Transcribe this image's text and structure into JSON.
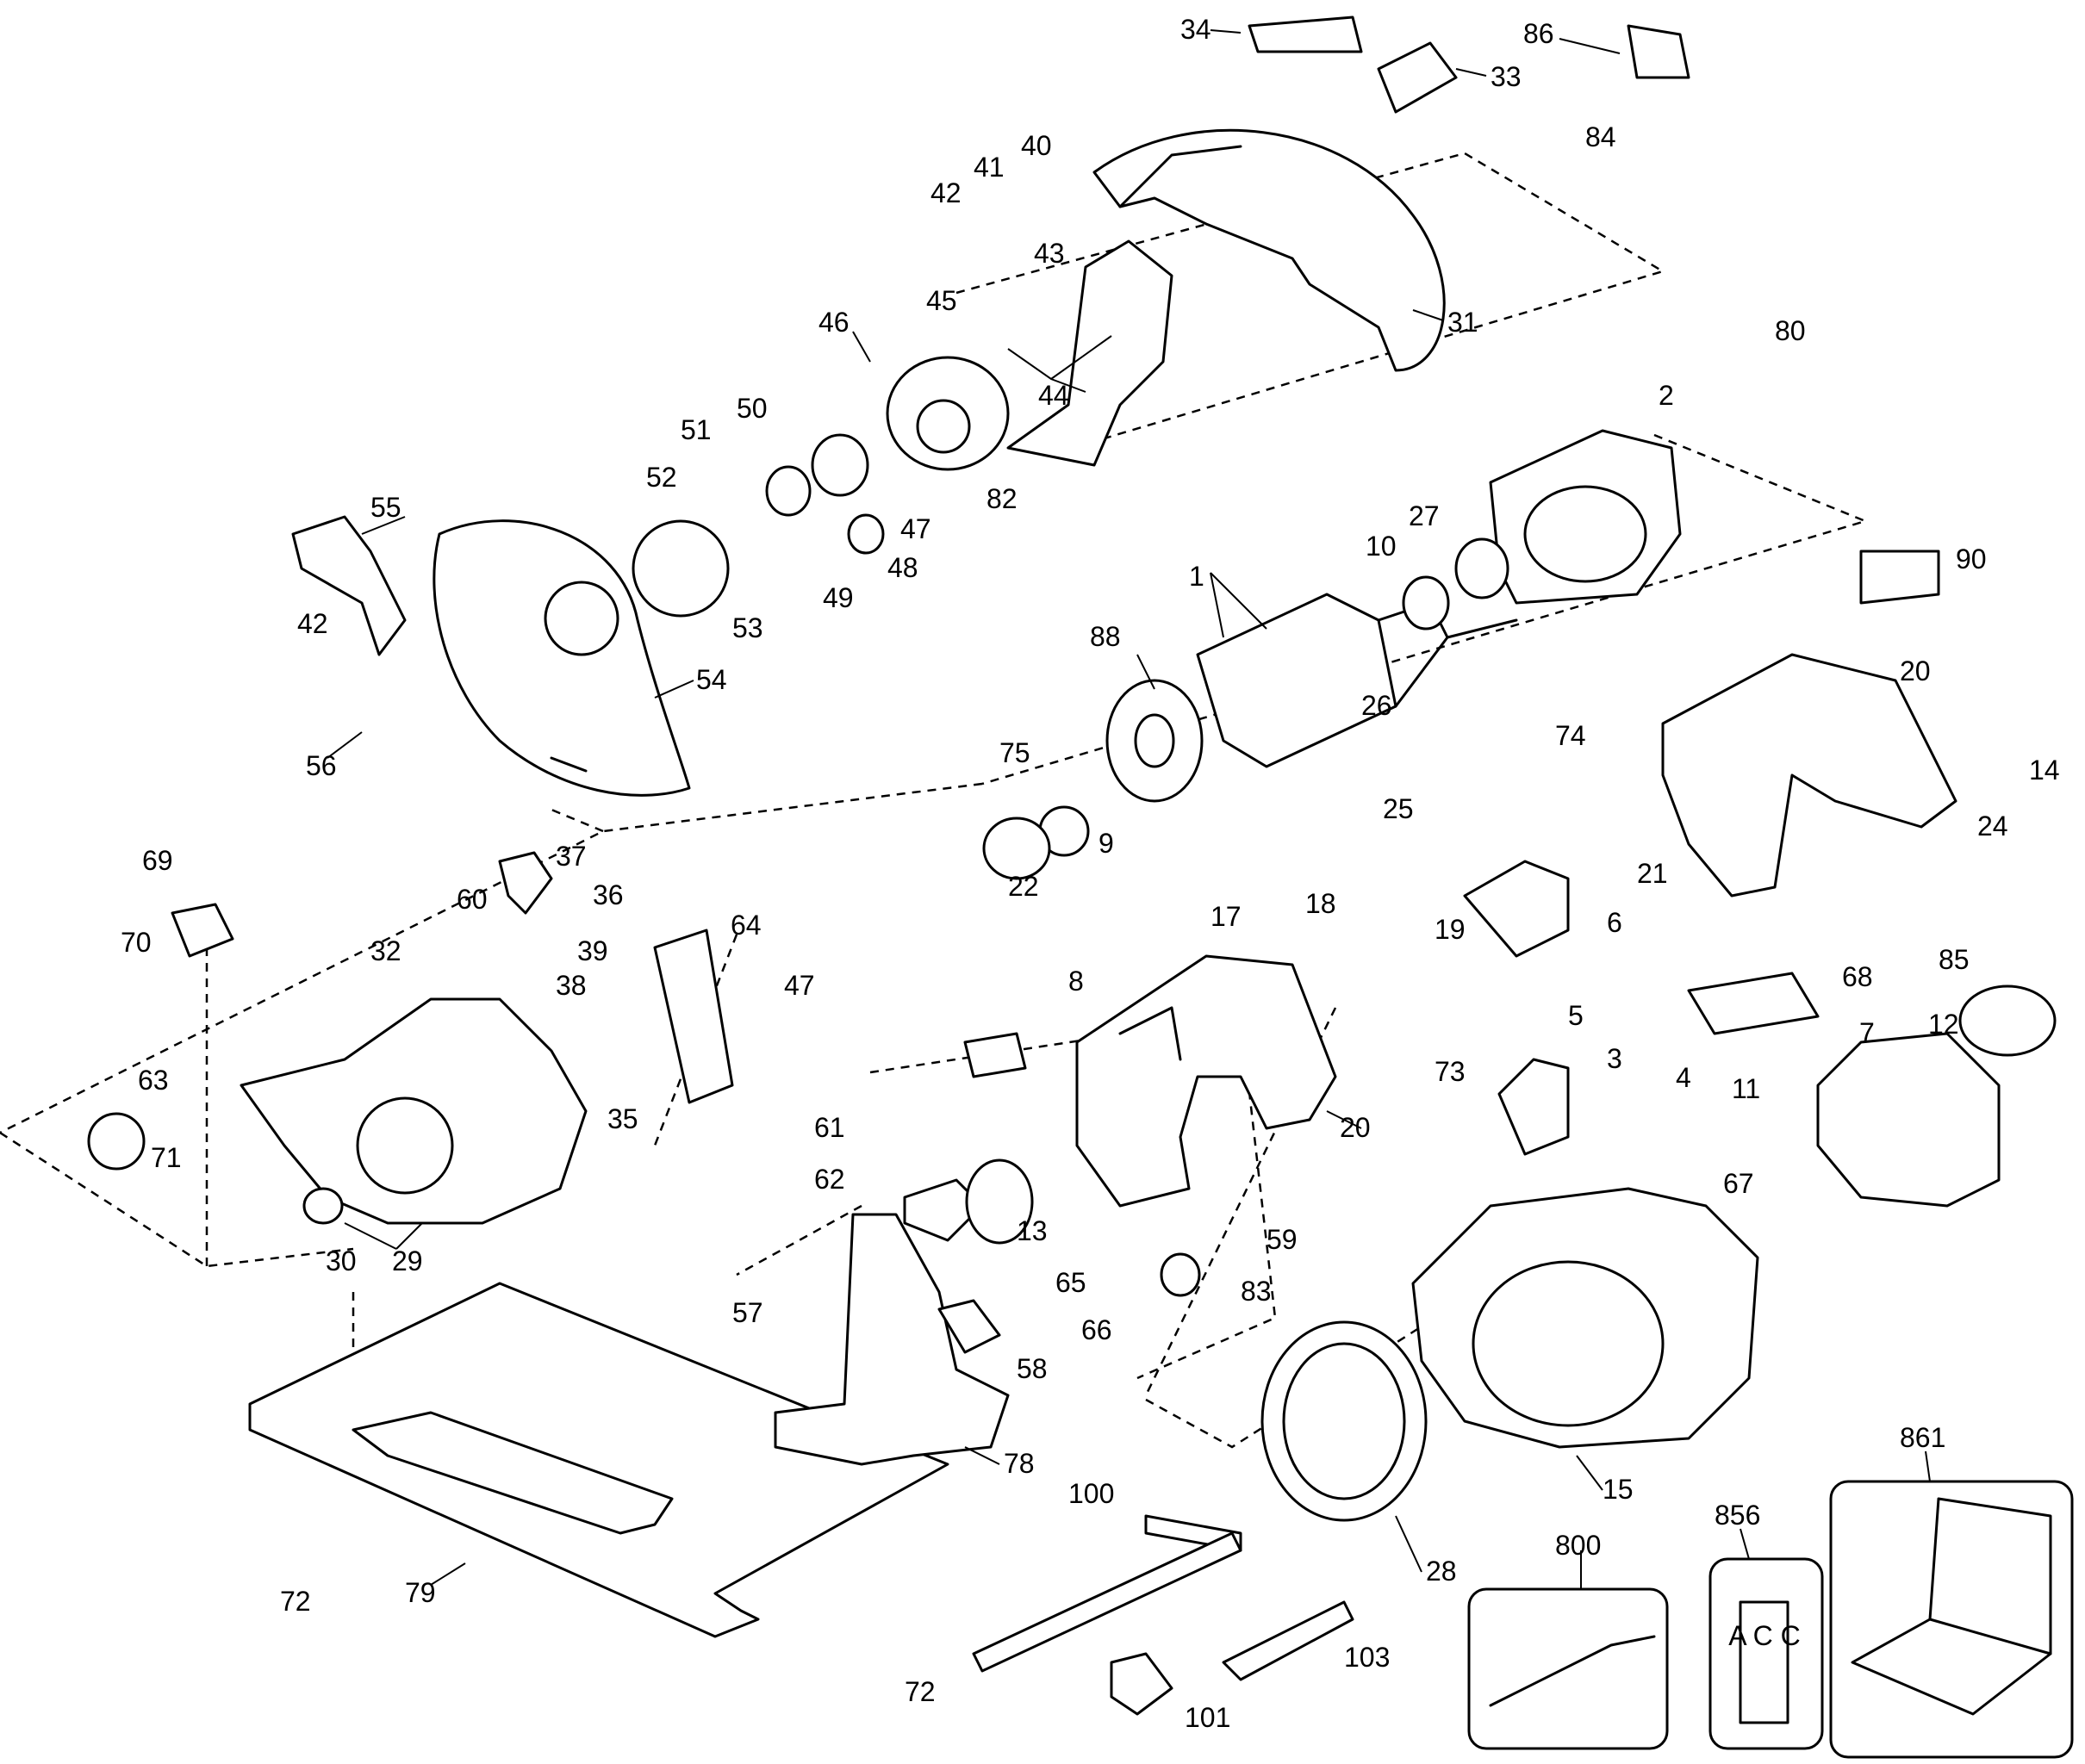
{
  "labels": [
    "1",
    "2",
    "3",
    "4",
    "5",
    "6",
    "7",
    "8",
    "9",
    "10",
    "11",
    "12",
    "13",
    "14",
    "15",
    "17",
    "18",
    "19",
    "20",
    "20",
    "21",
    "22",
    "24",
    "25",
    "26",
    "27",
    "28",
    "29",
    "30",
    "31",
    "32",
    "33",
    "34",
    "35",
    "36",
    "37",
    "38",
    "39",
    "40",
    "41",
    "42",
    "42",
    "43",
    "44",
    "45",
    "46",
    "47",
    "47",
    "48",
    "49",
    "50",
    "51",
    "52",
    "53",
    "54",
    "55",
    "56",
    "57",
    "58",
    "59",
    "60",
    "61",
    "62",
    "63",
    "64",
    "65",
    "66",
    "67",
    "68",
    "69",
    "70",
    "71",
    "72",
    "72",
    "73",
    "74",
    "75",
    "78",
    "79",
    "80",
    "82",
    "83",
    "84",
    "85",
    "86",
    "88",
    "90",
    "100",
    "101",
    "103",
    "800",
    "856",
    "861"
  ],
  "inset_text": "A C C"
}
